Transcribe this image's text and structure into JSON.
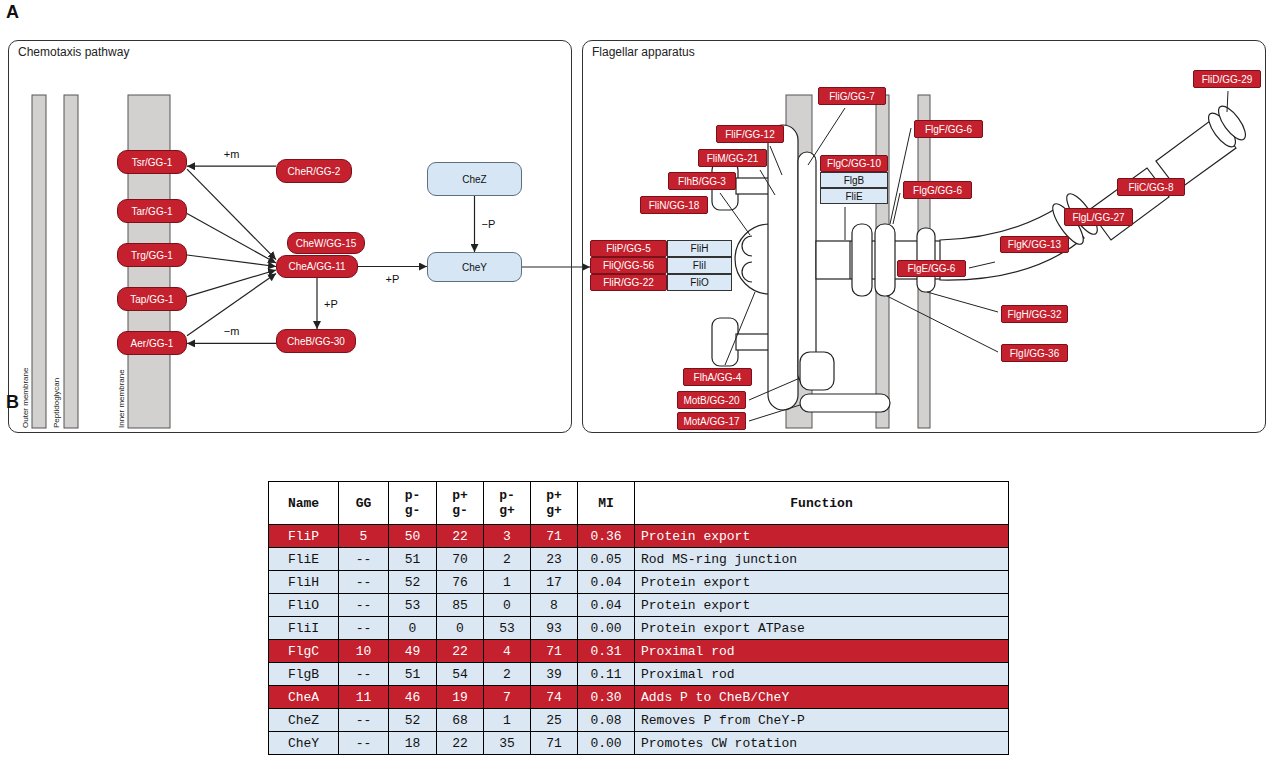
{
  "diagram": {
    "nodes": [
      {
        "text": [
          "Chemotaxis pathway"
        ]
      },
      {
        "text": [
          "Tsr/GG-1"
        ],
        "in": 0
      },
      {
        "text": [
          "Tar/GG-1"
        ],
        "in": 0
      },
      {
        "text": [
          "Trg/GG-1"
        ],
        "in": 0
      },
      {
        "text": [
          "Tap/GG-1"
        ],
        "in": 0
      },
      {
        "text": [
          "Aer/GG-1"
        ],
        "in": 0
      },
      {
        "text": [
          "CheR/GG-2"
        ],
        "in": 0
      },
      {
        "text": [
          "CheW/GG-15"
        ],
        "in": 0
      },
      {
        "text": [
          "CheA/GG-11"
        ],
        "in": 0
      },
      {
        "text": [
          "CheB/GG-30"
        ],
        "in": 0
      },
      {
        "text": [
          "CheZ"
        ],
        "in": 0
      },
      {
        "text": [
          "CheY"
        ],
        "in": 0
      },
      {
        "text": [
          "Flagellar apparatus"
        ]
      },
      {
        "text": [
          "FliF/GG-12"
        ],
        "in": 12
      },
      {
        "text": [
          "FliM/GG-21"
        ],
        "in": 12
      },
      {
        "text": [
          "FliG/GG-7"
        ],
        "in": 12
      },
      {
        "text": [
          "FlhB/GG-3"
        ],
        "in": 12
      },
      {
        "text": [
          "FliN/GG-18"
        ],
        "in": 12
      },
      {
        "text": [
          "FlgC/GG-10"
        ],
        "in": 12
      },
      {
        "text": [
          "FlgB"
        ],
        "in": 12
      },
      {
        "text": [
          "FliE"
        ],
        "in": 12
      },
      {
        "text": [
          "FlgF/GG-6"
        ],
        "in": 12
      },
      {
        "text": [
          "FlgG/GG-6"
        ],
        "in": 12
      },
      {
        "text": [
          "FliD/GG-29"
        ],
        "in": 12
      },
      {
        "text": [
          "FliC/GG-8"
        ],
        "in": 12
      },
      {
        "text": [
          "FlgL/GG-27"
        ],
        "in": 12
      },
      {
        "text": [
          "FlgK/GG-13"
        ],
        "in": 12
      },
      {
        "text": [
          "FlgE/GG-6"
        ],
        "in": 12
      },
      {
        "text": [
          "FliP/GG-5"
        ],
        "in": 12
      },
      {
        "text": [
          "FliH"
        ],
        "in": 12
      },
      {
        "text": [
          "FliQ/GG-56"
        ],
        "in": 12
      },
      {
        "text": [
          "FliI"
        ],
        "in": 12
      },
      {
        "text": [
          "FliR/GG-22"
        ],
        "in": 12
      },
      {
        "text": [
          "FliO"
        ],
        "in": 12
      },
      {
        "text": [
          "FlgH/GG-32"
        ],
        "in": 12
      },
      {
        "text": [
          "FlgI/GG-36"
        ],
        "in": 12
      },
      {
        "text": [
          "FlhA/GG-4"
        ],
        "in": 12
      },
      {
        "text": [
          "MotB/GG-20"
        ],
        "in": 12
      },
      {
        "text": [
          "MotA/GG-17"
        ],
        "in": 12
      }
    ],
    "edges": [
      {
        "from": 6,
        "to": 1,
        "arrow": "to",
        "label": "+m"
      },
      {
        "from": 1,
        "to": 8,
        "arrow": "to"
      },
      {
        "from": 2,
        "to": 8,
        "arrow": "to"
      },
      {
        "from": 3,
        "to": 8,
        "arrow": "to"
      },
      {
        "from": 4,
        "to": 8,
        "arrow": "to"
      },
      {
        "from": 5,
        "to": 8,
        "arrow": "to"
      },
      {
        "from": 8,
        "to": 9,
        "arrow": "to",
        "label": "+P"
      },
      {
        "from": 9,
        "to": 5,
        "arrow": "to",
        "label": "−m"
      },
      {
        "from": 8,
        "to": 11,
        "arrow": "to",
        "label": "+P"
      },
      {
        "from": 10,
        "to": 11,
        "arrow": "to",
        "label": "−P"
      },
      {
        "from": 11,
        "to": 30,
        "arrow": "to"
      }
    ],
    "labels": [
      "A",
      "Outer membrane",
      "Peptidoglycan",
      "Inner membrane",
      "B",
      "Name",
      "GG",
      "p- g-",
      "p+ g-",
      "p- g+",
      "p+ g+",
      "MI",
      "Function",
      "FliP",
      "5",
      "50",
      "22",
      "3",
      "71",
      "0.36",
      "Protein export",
      "FliE",
      "--",
      "51",
      "70",
      "2",
      "23",
      "0.05",
      "Rod MS-ring junction",
      "FliH",
      "--",
      "52",
      "76",
      "1",
      "17",
      "0.04",
      "Protein export",
      "FliO",
      "--",
      "53",
      "85",
      "0",
      "8",
      "0.04",
      "Protein export",
      "FliI",
      "--",
      "0",
      "0",
      "53",
      "93",
      "0.00",
      "Protein export ATPase",
      "FlgC",
      "10",
      "49",
      "22",
      "4",
      "71",
      "0.31",
      "Proximal rod",
      "FlgB",
      "--",
      "51",
      "54",
      "2",
      "39",
      "0.11",
      "Proximal rod",
      "CheA",
      "11",
      "46",
      "19",
      "7",
      "74",
      "0.30",
      "Adds P to CheB/CheY",
      "CheZ",
      "--",
      "52",
      "68",
      "1",
      "25",
      "0.08",
      "Removes P from CheY-P",
      "CheY",
      "--",
      "18",
      "22",
      "35",
      "71",
      "0.00",
      "Promotes CW rotation"
    ]
  }
}
